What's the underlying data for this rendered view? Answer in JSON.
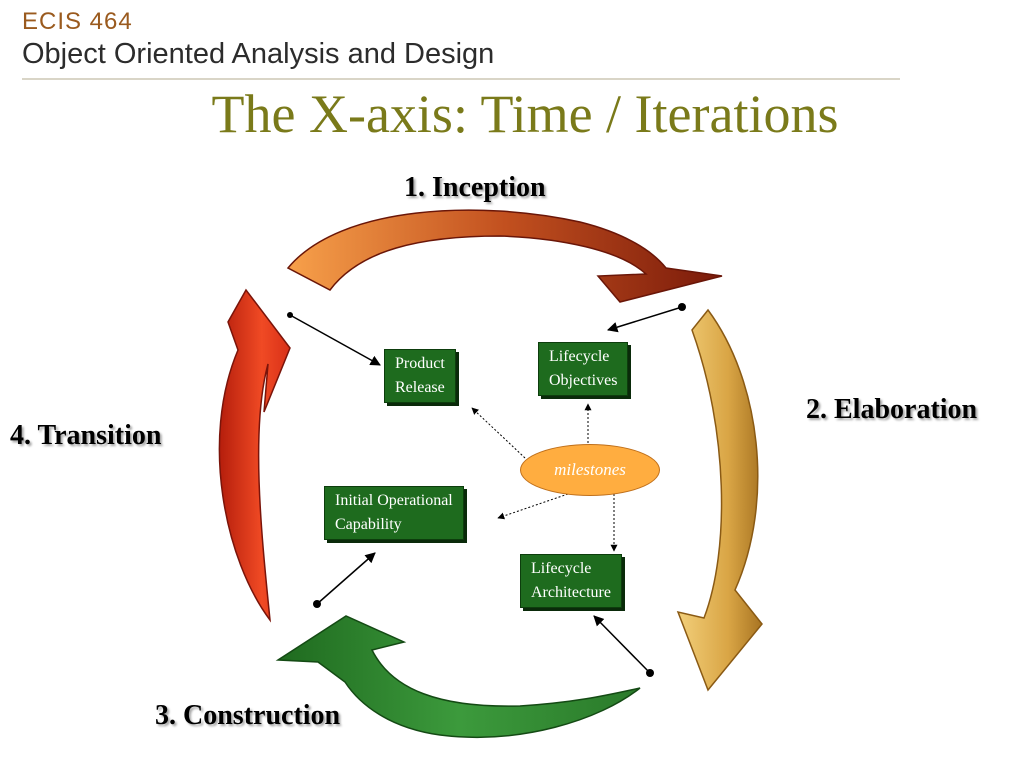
{
  "header": {
    "course_code": "ECIS 464",
    "course_name": "Object Oriented Analysis and Design"
  },
  "slide_title": "The X-axis: Time / Iterations",
  "phases": {
    "inception": "1. Inception",
    "elaboration": "2. Elaboration",
    "construction": "3. Construction",
    "transition": "4. Transition"
  },
  "milestones_label": "milestones",
  "milestone_boxes": {
    "product_release": "Product\nRelease",
    "lifecycle_objectives": "Lifecycle\nObjectives",
    "initial_operational_capability": "Initial Operational\nCapability",
    "lifecycle_architecture": "Lifecycle\nArchitecture"
  },
  "colors": {
    "inception_arrow": "#b5451b",
    "elaboration_arrow": "#e0b04c",
    "construction_arrow": "#2f8a2f",
    "transition_arrow": "#e03a1a",
    "milestone_box": "#1e6b1e",
    "milestone_oval": "#ffad40",
    "title": "#7a7a1a"
  }
}
